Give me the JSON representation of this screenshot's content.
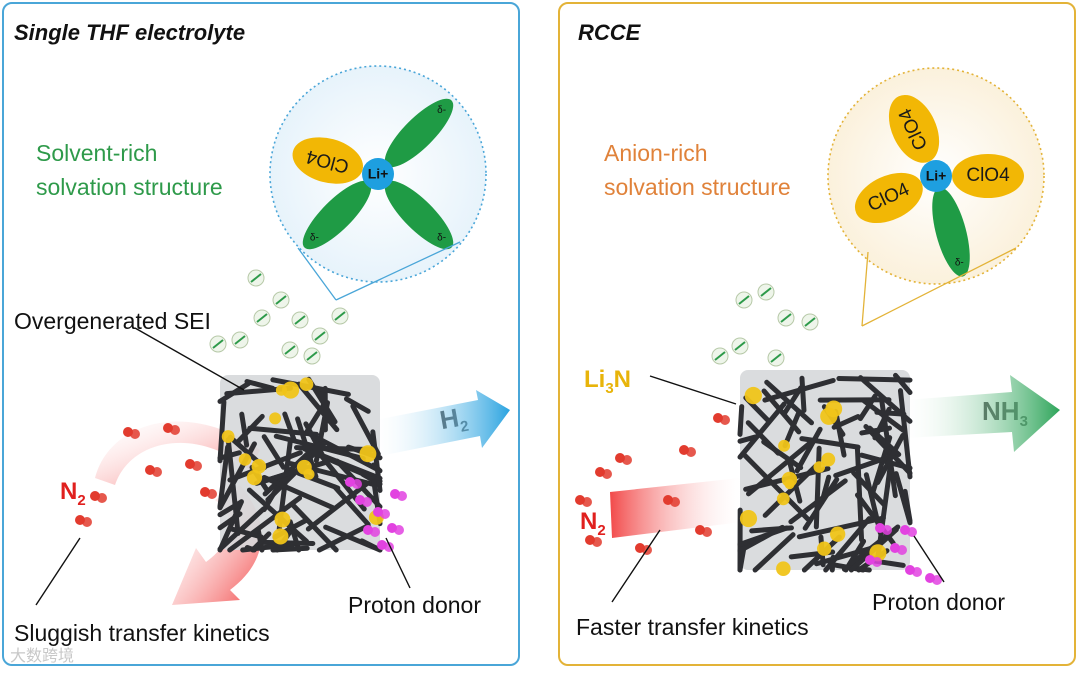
{
  "left_panel": {
    "title": "Single THF electrolyte",
    "solvation_line1": "Solvent-rich",
    "solvation_line2": "solvation structure",
    "sei_label": "Overgenerated SEI",
    "gas_label": "N",
    "gas_sub": "2",
    "product_label": "H",
    "product_sub": "2",
    "proton_label": "Proton donor",
    "kinetics_label": "Sluggish transfer kinetics",
    "accent_color": "#4aa6d8",
    "solvation_color": "#2e9a4a"
  },
  "right_panel": {
    "title": "RCCE",
    "solvation_line1": "Anion-rich",
    "solvation_line2": "solvation structure",
    "li3n_label_a": "Li",
    "li3n_label_sub": "3",
    "li3n_label_b": "N",
    "gas_label": "N",
    "gas_sub": "2",
    "product_label": "NH",
    "product_sub": "3",
    "proton_label": "Proton donor",
    "kinetics_label": "Faster transfer kinetics",
    "accent_color": "#e3b338",
    "solvation_color": "#e0823a"
  },
  "li_ion": {
    "label": "Li",
    "sup": "+"
  },
  "anion": {
    "label": "ClO",
    "sub": "4",
    "sup": "-"
  },
  "solvent_mark": "δ-",
  "watermark": "大数跨境"
}
